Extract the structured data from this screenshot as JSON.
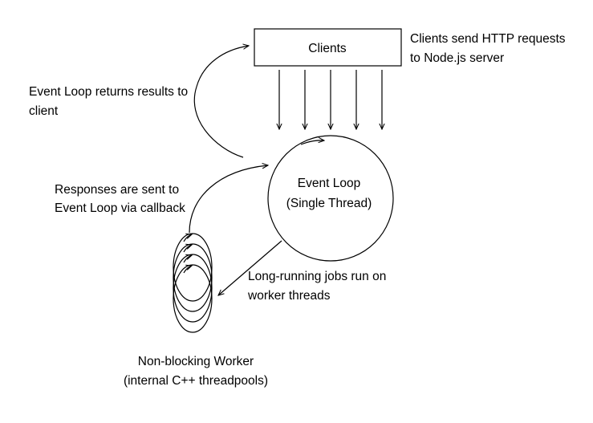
{
  "nodes": {
    "clients": {
      "label": "Clients"
    },
    "event_loop": {
      "line1": "Event Loop",
      "line2": "(Single Thread)"
    },
    "worker": {
      "line1": "Non-blocking Worker",
      "line2": "(internal C++ threadpools)"
    }
  },
  "annotations": {
    "clients_send": {
      "line1": "Clients send HTTP requests",
      "line2": "to Node.js server"
    },
    "event_loop_returns": {
      "line1": "Event Loop returns results to",
      "line2": "client"
    },
    "responses_sent": {
      "line1": "Responses are sent to",
      "line2": "Event Loop via callback"
    },
    "long_running": {
      "line1": "Long-running jobs run on",
      "line2": "worker threads"
    }
  },
  "colors": {
    "stroke": "#000000",
    "background": "#ffffff"
  }
}
